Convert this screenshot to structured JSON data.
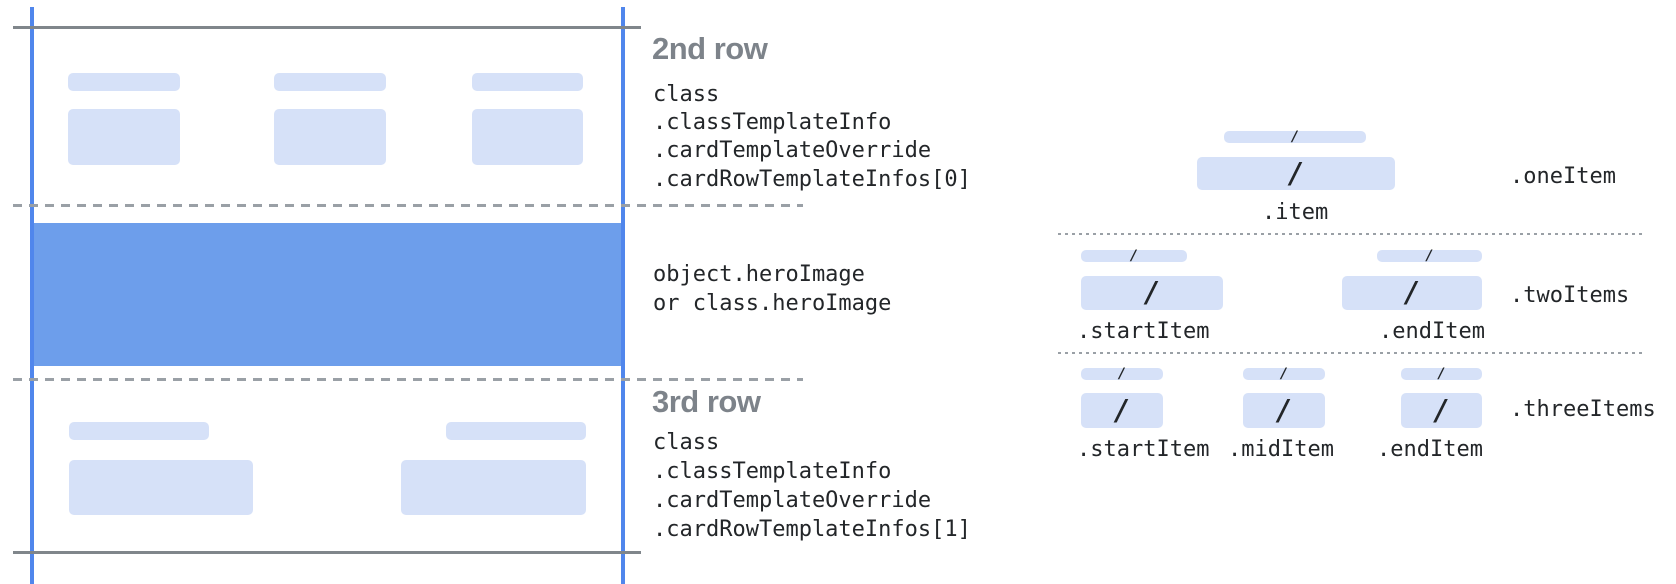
{
  "card": {
    "second_row": {
      "heading": "2nd row",
      "code_lines": [
        "class",
        ".classTemplateInfo",
        ".cardTemplateOverride",
        ".cardRowTemplateInfos[0]"
      ]
    },
    "hero": {
      "code_lines": [
        "object.heroImage",
        "or class.heroImage"
      ]
    },
    "third_row": {
      "heading": "3rd row",
      "code_lines": [
        "class",
        ".classTemplateInfo",
        ".cardTemplateOverride",
        ".cardRowTemplateInfos[1]"
      ]
    }
  },
  "items_panel": {
    "slash_glyph": "/",
    "rows": [
      {
        "name": ".oneItem",
        "items": [
          ".item"
        ]
      },
      {
        "name": ".twoItems",
        "items": [
          ".startItem",
          ".endItem"
        ]
      },
      {
        "name": ".threeItems",
        "items": [
          ".startItem",
          ".midItem",
          ".endItem"
        ]
      }
    ]
  },
  "colors": {
    "line-blue": "#5086ec",
    "line-gray": "#80868b",
    "dash-gray": "#9aa0a6",
    "bar-blue": "#d6e1f8",
    "hero-blue": "#6d9eeb",
    "heading-gray": "#7d838a",
    "code-dark": "#232629"
  }
}
